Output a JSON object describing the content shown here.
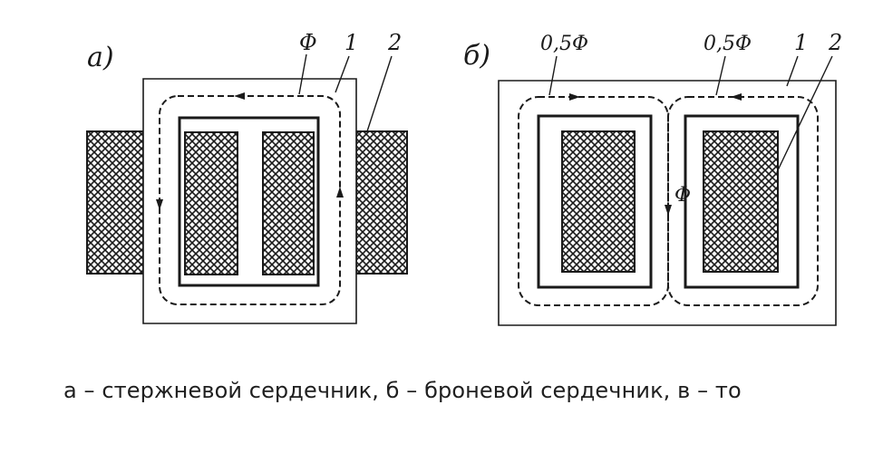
{
  "figure": {
    "panel_a": {
      "label": "а)",
      "flux_label": "Φ",
      "callout_1": "1",
      "callout_2": "2"
    },
    "panel_b": {
      "label": "б)",
      "flux_left_label": "0,5Φ",
      "flux_right_label": "0,5Φ",
      "flux_center_label": "Φ",
      "callout_1": "1",
      "callout_2": "2"
    }
  },
  "caption": "а – стержневой сердечник, б – броневой сердечник, в – то"
}
